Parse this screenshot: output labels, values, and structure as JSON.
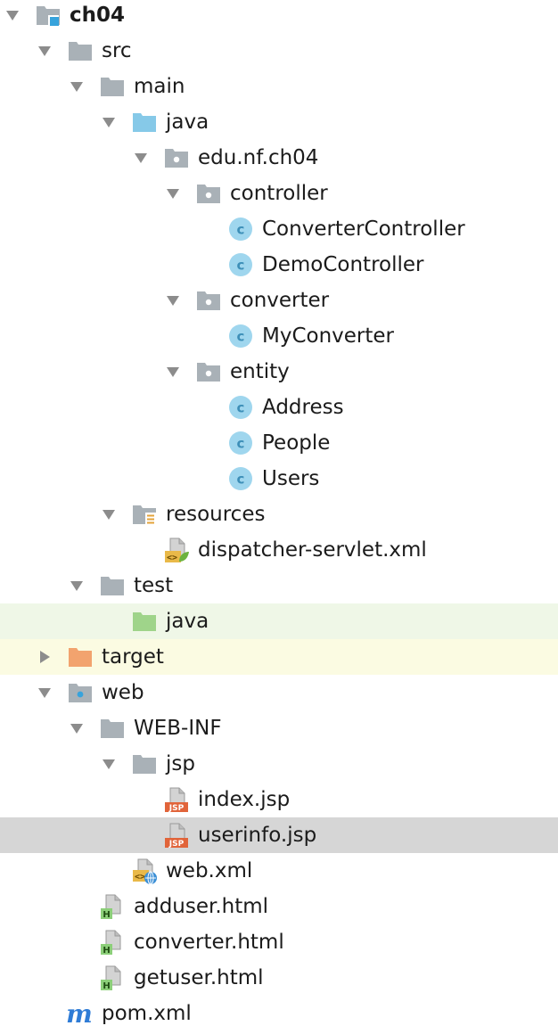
{
  "tree": [
    {
      "name": "ch04",
      "depth": 0,
      "icon": "module-folder-icon",
      "expanded": true,
      "bold": true
    },
    {
      "name": "src",
      "depth": 1,
      "icon": "folder-icon",
      "expanded": true
    },
    {
      "name": "main",
      "depth": 2,
      "icon": "folder-icon",
      "expanded": true
    },
    {
      "name": "java",
      "depth": 3,
      "icon": "source-root-folder-icon",
      "expanded": true
    },
    {
      "name": "edu.nf.ch04",
      "depth": 4,
      "icon": "package-icon",
      "expanded": true
    },
    {
      "name": "controller",
      "depth": 5,
      "icon": "package-icon",
      "expanded": true
    },
    {
      "name": "ConverterController",
      "depth": 6,
      "icon": "class-icon"
    },
    {
      "name": "DemoController",
      "depth": 6,
      "icon": "class-icon"
    },
    {
      "name": "converter",
      "depth": 5,
      "icon": "package-icon",
      "expanded": true
    },
    {
      "name": "MyConverter",
      "depth": 6,
      "icon": "class-icon"
    },
    {
      "name": "entity",
      "depth": 5,
      "icon": "package-icon",
      "expanded": true
    },
    {
      "name": "Address",
      "depth": 6,
      "icon": "class-icon"
    },
    {
      "name": "People",
      "depth": 6,
      "icon": "class-icon"
    },
    {
      "name": "Users",
      "depth": 6,
      "icon": "class-icon"
    },
    {
      "name": "resources",
      "depth": 3,
      "icon": "resources-folder-icon",
      "expanded": true
    },
    {
      "name": "dispatcher-servlet.xml",
      "depth": 4,
      "icon": "spring-xml-file-icon"
    },
    {
      "name": "test",
      "depth": 2,
      "icon": "folder-icon",
      "expanded": true
    },
    {
      "name": "java",
      "depth": 3,
      "icon": "test-root-folder-icon",
      "tint": "green"
    },
    {
      "name": "target",
      "depth": 1,
      "icon": "excluded-folder-icon",
      "expanded": false,
      "tint": "yellow"
    },
    {
      "name": "web",
      "depth": 1,
      "icon": "web-folder-icon",
      "expanded": true
    },
    {
      "name": "WEB-INF",
      "depth": 2,
      "icon": "folder-icon",
      "expanded": true
    },
    {
      "name": "jsp",
      "depth": 3,
      "icon": "folder-icon",
      "expanded": true
    },
    {
      "name": "index.jsp",
      "depth": 4,
      "icon": "jsp-file-icon"
    },
    {
      "name": "userinfo.jsp",
      "depth": 4,
      "icon": "jsp-file-icon",
      "selected": true
    },
    {
      "name": "web.xml",
      "depth": 3,
      "icon": "web-xml-file-icon"
    },
    {
      "name": "adduser.html",
      "depth": 2,
      "icon": "html-file-icon"
    },
    {
      "name": "converter.html",
      "depth": 2,
      "icon": "html-file-icon"
    },
    {
      "name": "getuser.html",
      "depth": 2,
      "icon": "html-file-icon"
    },
    {
      "name": "pom.xml",
      "depth": 1,
      "icon": "maven-file-icon"
    }
  ],
  "colors": {
    "folder": "#a9b1b7",
    "source_root": "#86c9e8",
    "test_root": "#9fd48a",
    "excluded": "#f2a36e",
    "class_circle": "#9fd6ee",
    "class_letter": "#3d8fb8",
    "arrow": "#8c8c8c",
    "jsp_badge": "#e1643a",
    "html_badge": "#8ccf79",
    "maven_m": "#2f7cd6",
    "selected_row": "#d6d6d6",
    "green_row": "#eff7e7",
    "yellow_row": "#fbfbe2"
  }
}
